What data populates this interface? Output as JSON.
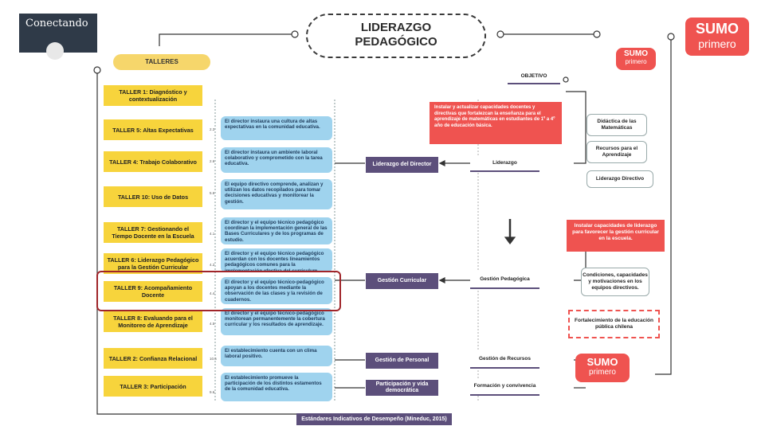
{
  "badge": {
    "label": "Conectando"
  },
  "title": {
    "line1": "LIDERAZGO",
    "line2": "PEDAGÓGICO"
  },
  "talleres_label": "TALLERES",
  "logo": {
    "brand": "SUMO",
    "sub": "primero"
  },
  "talleres": [
    "TALLER 1: Diagnóstico y contextualización",
    "TALLER 5: Altas Expectativas",
    "TALLER 4: Trabajo Colaborativo",
    "TALLER 10: Uso de Datos",
    "TALLER 7: Gestionando el Tiempo Docente en la Escuela",
    "TALLER 6: Liderazgo Pedagógico para la Gestión Curricular",
    "TALLER 9: Acompañamiento Docente",
    "TALLER 8: Evaluando para el Monitoreo de Aprendizaje",
    "TALLER 2: Confianza Relacional",
    "TALLER 3: Participación"
  ],
  "standards": [
    "2.3",
    "2.6",
    "5.6",
    "4.1",
    "4.2",
    "4.4",
    "4.5",
    "10.6",
    "9.6"
  ],
  "descriptions": [
    "El director instaura una cultura de altas expectativas en la comunidad educativa.",
    "El director instaura un ambiente laboral colaborativo y comprometido con la tarea educativa.",
    "El equipo directivo comprende, analizan y utilizan los datos recopilados para tomar decisiones educativas y monitorear la gestión.",
    "El director y el equipo técnico pedagógico coordinan la implementación general de las Bases Curriculares y de los programas de estudio.",
    "El director y el equipo técnico pedagógico acuerdan con los docentes lineamientos pedagógicos comunes para la implementación efectiva del currículum.",
    "El director y el equipo técnico-pedagógico apoyan a los docentes mediante la observación de las clases y la revisión de cuadernos.",
    "El director y el equipo técnico-pedagógico monitorean permanentemente la cobertura curricular y los resultados de aprendizaje.",
    "El establecimiento cuenta con un clima laboral positivo.",
    "El establecimiento promueve la participación de los distintos estamentos de la comunidad educativa."
  ],
  "center": {
    "liderazgo_director": "Liderazgo del Director",
    "gestion_curricular": "Gestión Curricular",
    "gestion_personal": "Gestión de Personal",
    "participacion": "Participación y vida democrática"
  },
  "right": {
    "objetivo": "OBJETIVO",
    "objetivo_text": "Instalar y actualizar capacidades docentes y directivas que fortalezcan la enseñanza para el aprendizaje de matemáticas en estudiantes de 1º a 4º año de educación básica.",
    "liderazgo": "Liderazgo",
    "gestion_pedagogica": "Gestión Pedagógica",
    "gestion_recursos": "Gestión de Recursos",
    "formacion": "Formación y convivencia",
    "didactica": "Didáctica de las Matemáticas",
    "recursos": "Recursos para el Aprendizaje",
    "liderazgo_directivo": "Liderazgo Directivo",
    "instalar": "Instalar capacidades de liderazgo para favorecer la gestión curricular en la escuela.",
    "condiciones": "Condiciones, capacidades y motivaciones en los equipos directivos.",
    "fortalecimiento": "Fortalecimiento de la educación pública chilena"
  },
  "footer": "Estándares Indicativos de Desempeño (Mineduc, 2015)"
}
